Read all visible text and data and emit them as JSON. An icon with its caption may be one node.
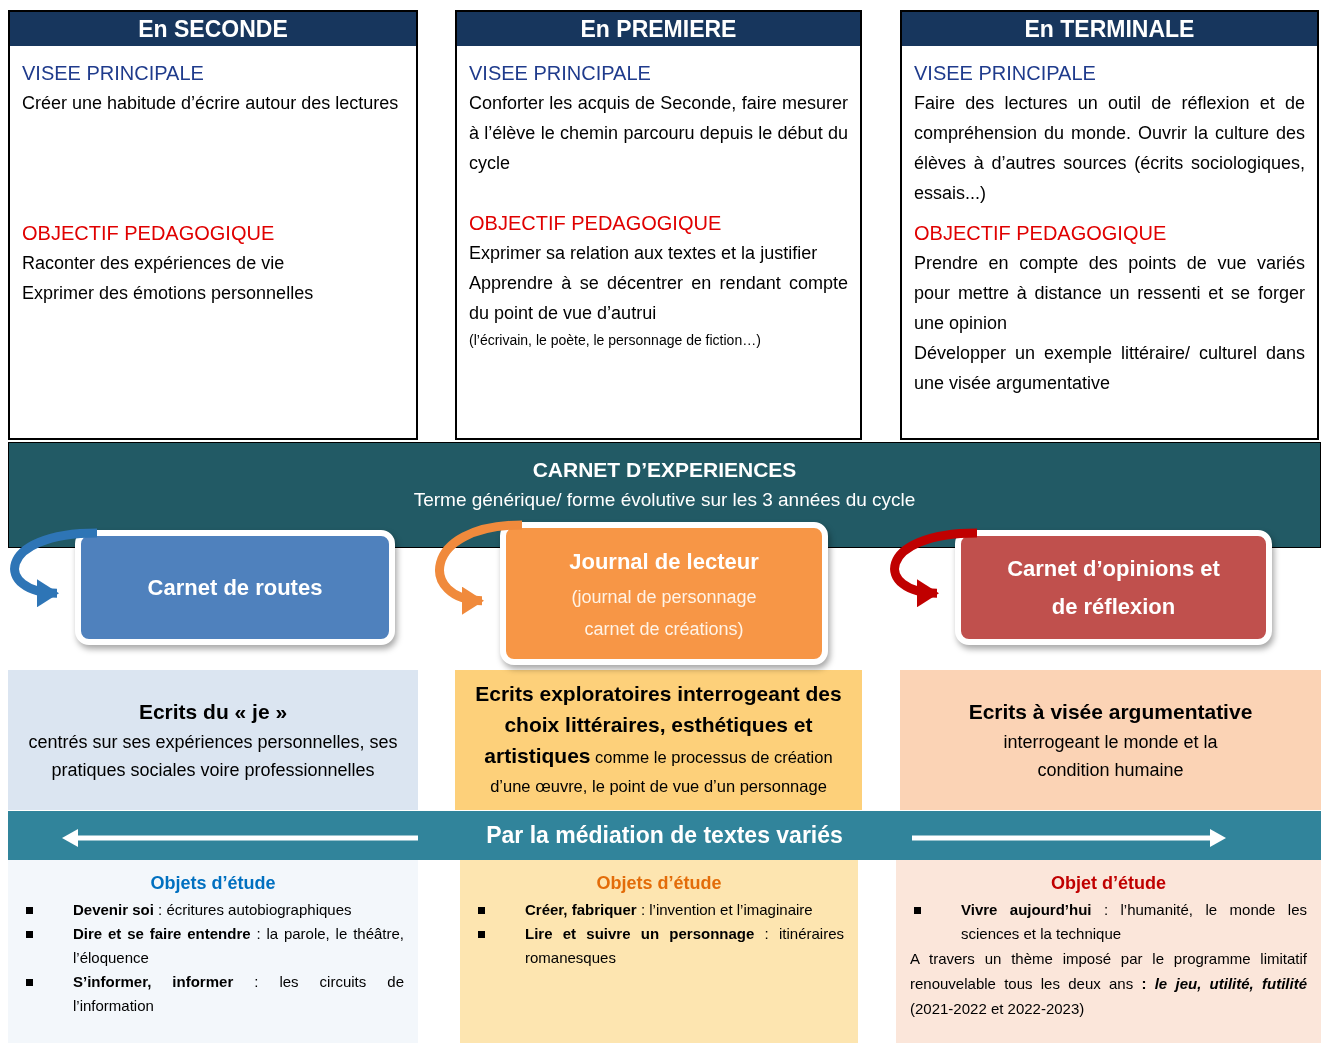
{
  "diagram": {
    "nodes": [
      {
        "text": [
          "En SECONDE",
          "VISEE PRINCIPALE",
          "Créer une habitude d’écrire autour des lectures",
          "OBJECTIF PEDAGOGIQUE",
          "Raconter des expériences de vie",
          "Exprimer des émotions personnelles"
        ]
      },
      {
        "text": [
          "En PREMIERE",
          "VISEE PRINCIPALE",
          "Conforter les acquis de Seconde, faire mesurer à l’élève le chemin parcouru depuis le début du cycle",
          "OBJECTIF PEDAGOGIQUE",
          "Exprimer sa relation aux textes et la justifier",
          "Apprendre à se décentrer en rendant compte du point de vue d’autrui",
          "(l’écrivain, le poète,  le personnage de fiction…)"
        ]
      },
      {
        "text": [
          "En TERMINALE",
          "VISEE PRINCIPALE",
          "Faire des lectures un outil de réflexion et de compréhension du monde. Ouvrir la culture des élèves à d’autres sources (écrits sociologiques, essais...)",
          "OBJECTIF PEDAGOGIQUE",
          "Prendre en compte des points de vue variés pour mettre à distance un ressenti et se forger une opinion",
          "Développer un exemple littéraire/ culturel dans une visée argumentative"
        ]
      },
      {
        "text": [
          "CARNET D’EXPERIENCES",
          "Terme générique/ forme évolutive sur les  3 années du cycle"
        ]
      },
      {
        "text": [
          "Carnet de routes"
        ]
      },
      {
        "text": [
          "Journal de lecteur",
          "(journal de personnage carnet de créations)"
        ]
      },
      {
        "text": [
          "Carnet d’opinions et de réflexion"
        ]
      },
      {
        "text": [
          "Ecrits du « je  »",
          "centrés sur ses expériences  personnelles, ses pratiques sociales voire professionnelles"
        ]
      },
      {
        "text": [
          "**Ecrits exploratoires interrogeant des choix littéraires, esthétiques et artistiques** comme le processus de création d’une œuvre, le point de vue d’un personnage"
        ]
      },
      {
        "text": [
          "Ecrits à visée argumentative",
          "interrogeant le monde et la condition humaine"
        ]
      },
      {
        "text": [
          "Par la médiation de textes variés"
        ]
      },
      {
        "text": [
          "Objets d’étude",
          "**Devenir soi** : écritures autobiographiques",
          "**Dire et se faire entendre** : la parole, le théâtre, l’éloquence",
          "**S’informer, informer** : les circuits de l’information"
        ]
      },
      {
        "text": [
          "Objets d’étude",
          "**Créer, fabriquer** : l’invention et l’imaginaire",
          "**Lire et suivre un personnage** : itinéraires romanesques"
        ]
      },
      {
        "text": [
          "Objet d’étude",
          "**Vivre aujourd’hui** : l’humanité, le monde les sciences et la technique",
          "A travers un thème imposé par le programme limitatif renouvelable tous les deux ans **:** *le jeu, utilité, futilité* (2021-2022 et 2022-2023)"
        ]
      }
    ],
    "edges": [
      {
        "from": null,
        "to": 4,
        "arrow": "to",
        "color": "#2e75b6"
      },
      {
        "from": null,
        "to": 5,
        "arrow": "to",
        "color": "#f08a3c"
      },
      {
        "from": null,
        "to": 6,
        "arrow": "to",
        "color": "#c00000"
      }
    ]
  }
}
